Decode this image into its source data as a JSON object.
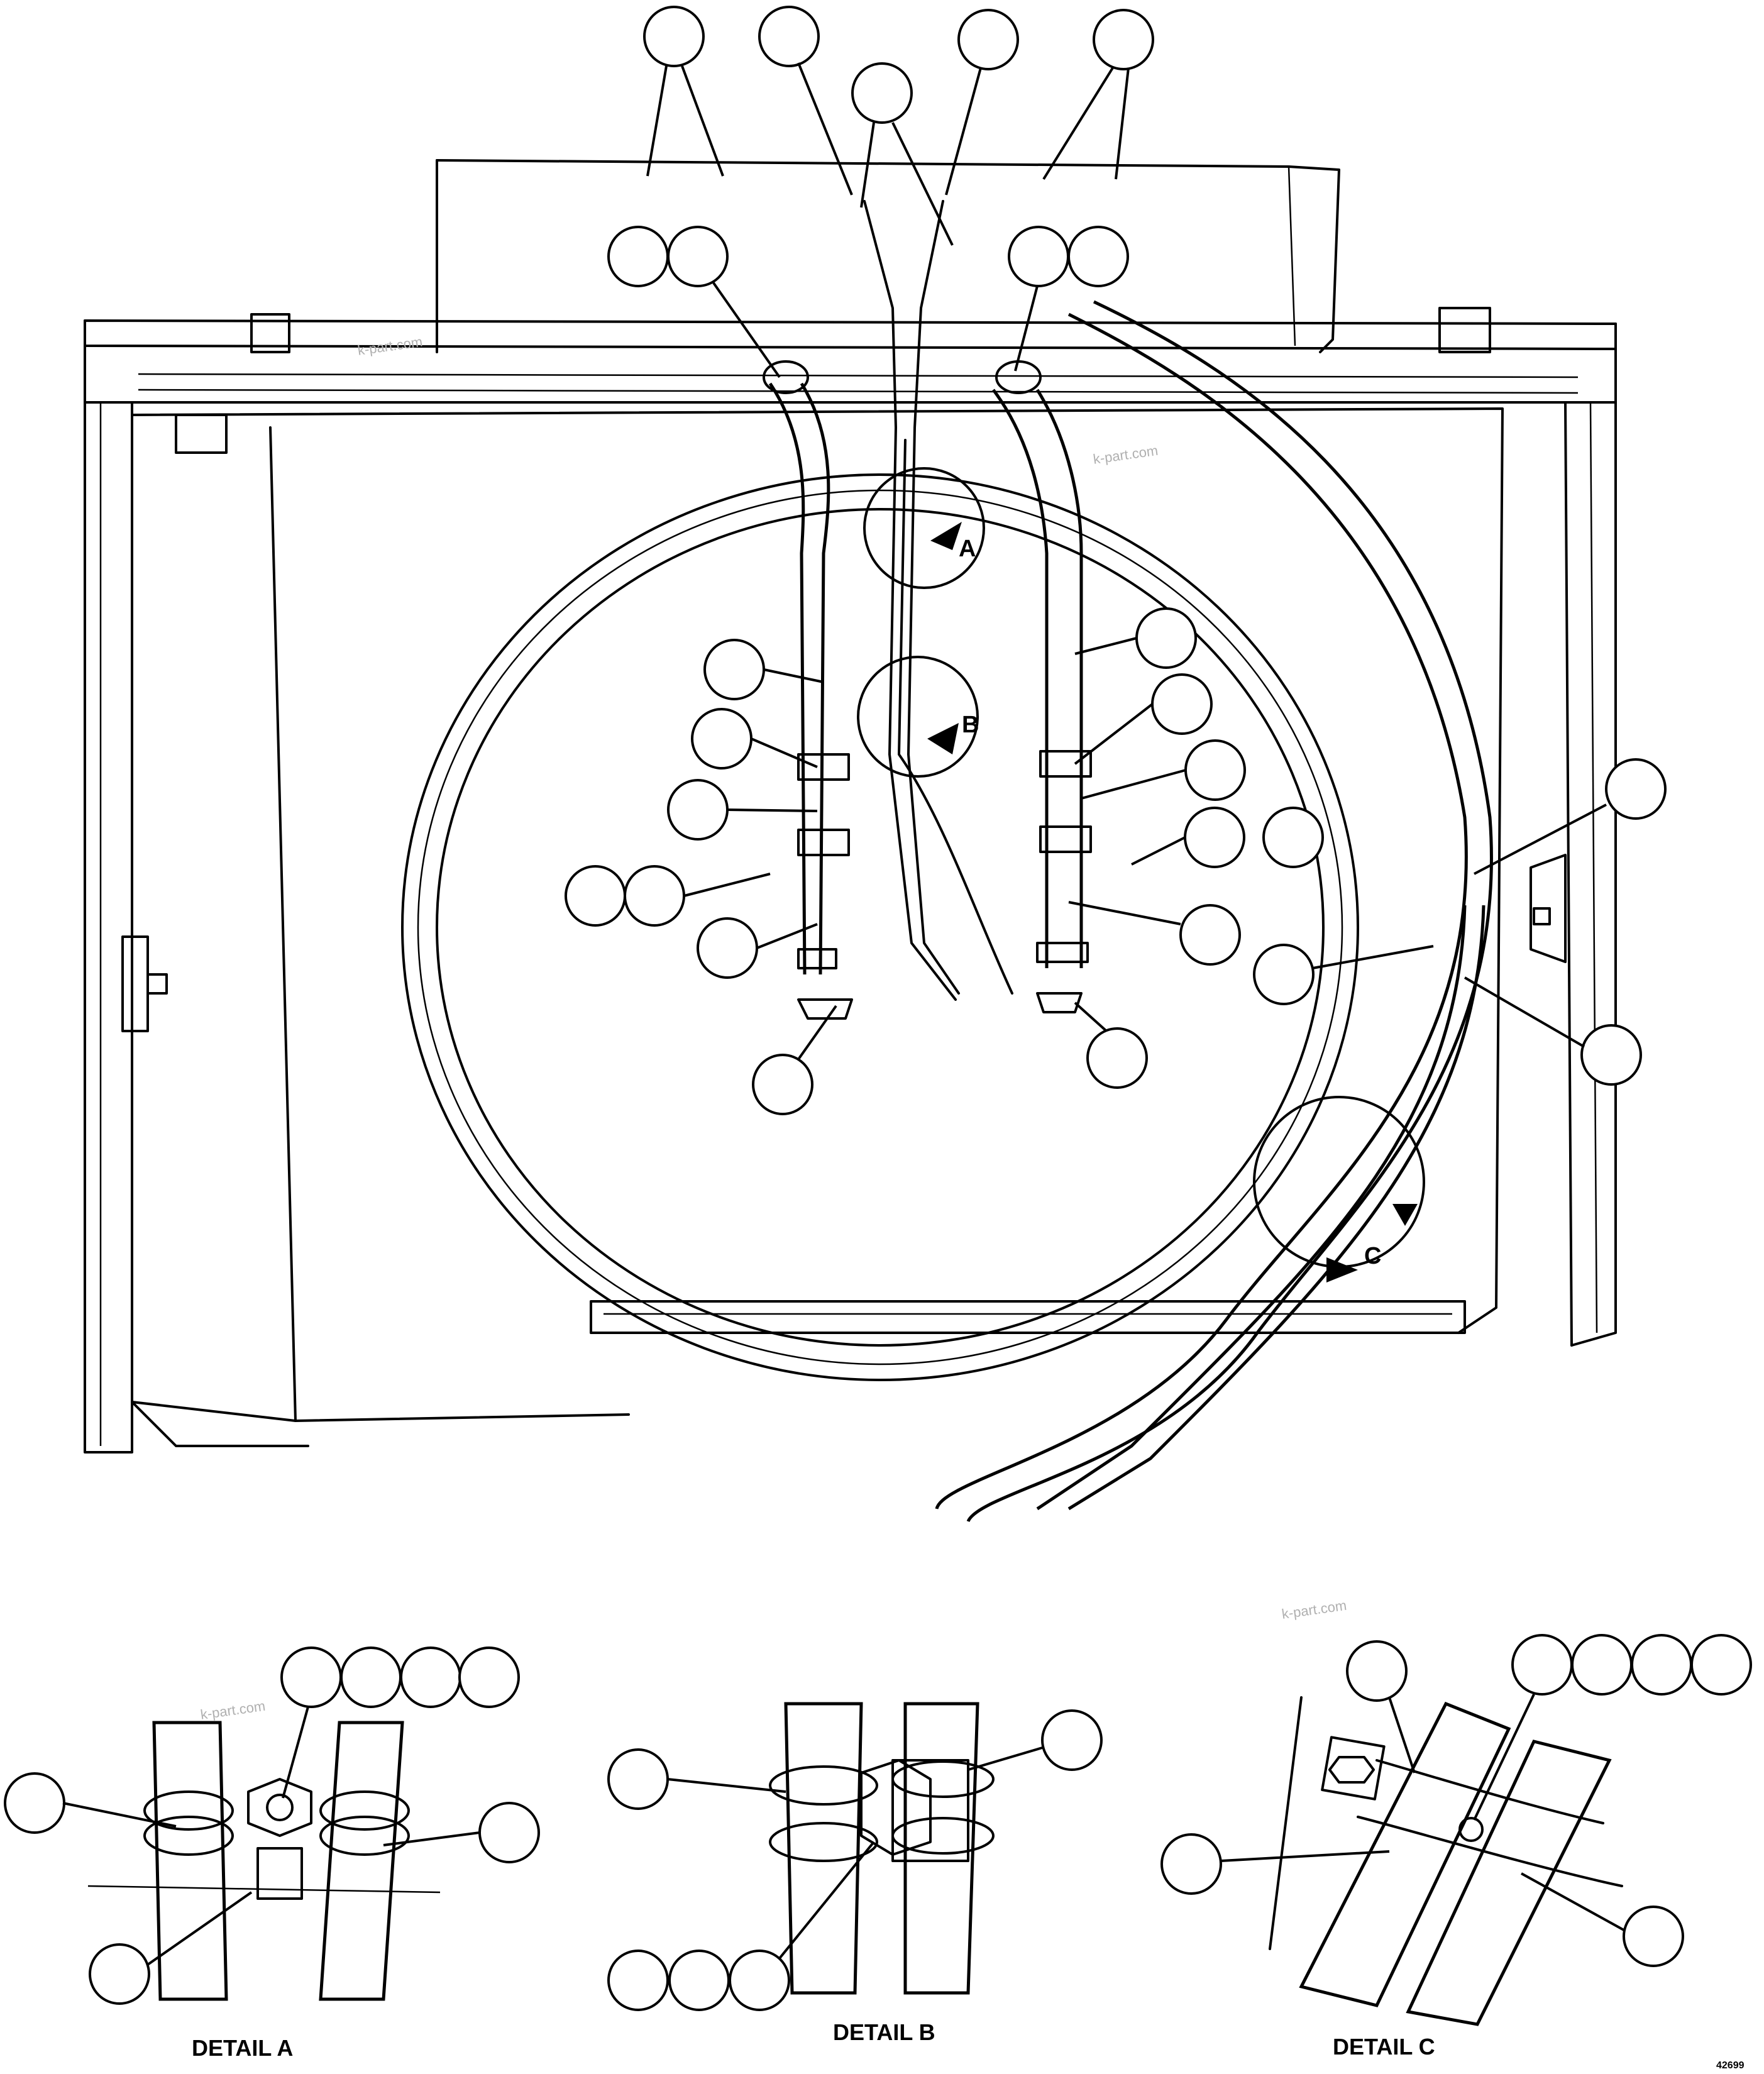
{
  "detail_labels": {
    "detail_a": "DETAIL A",
    "detail_b": "DETAIL B",
    "detail_c": "DETAIL C"
  },
  "view_markers": {
    "a": "A",
    "b": "B",
    "c": "C"
  },
  "watermarks": [
    "k-part.com",
    "k-part.com",
    "k-part.com",
    "k-part.com"
  ],
  "drawing_number": "42699"
}
